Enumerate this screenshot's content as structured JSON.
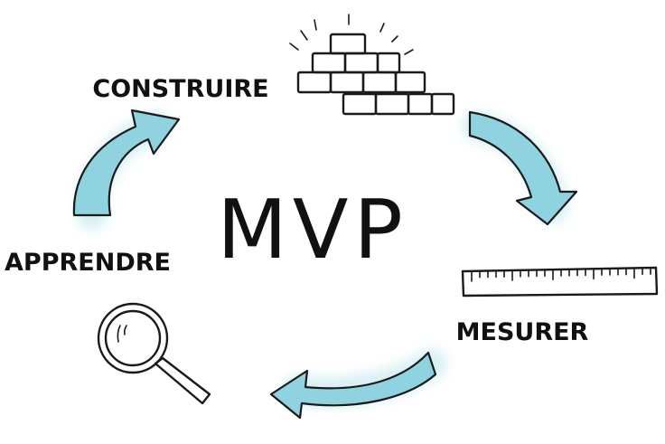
{
  "diagram": {
    "center_title": "MVP",
    "steps": {
      "build": "CONSTRUIRE",
      "measure": "MESURER",
      "learn": "APPRENDRE"
    }
  },
  "colors": {
    "arrow_accent": "#8ed3df",
    "ink": "#1a1a1a",
    "background": "#ffffff"
  },
  "icons": {
    "build": "brick-wall-icon",
    "measure": "ruler-icon",
    "learn": "magnifying-glass-icon"
  }
}
